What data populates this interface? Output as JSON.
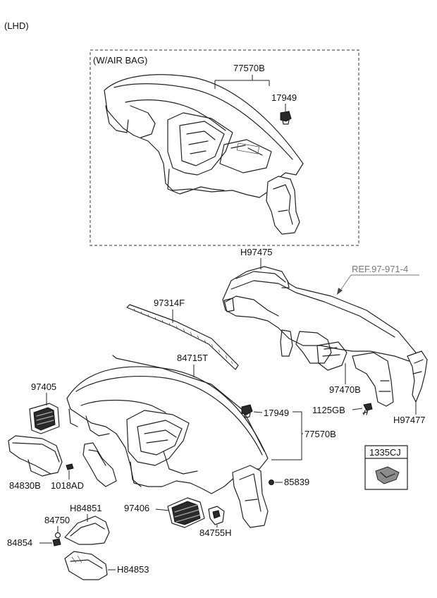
{
  "header": {
    "variant": "(LHD)"
  },
  "airbag_box": {
    "title": "(W/AIR BAG)",
    "labels": {
      "crash_pad_assy": "77570B",
      "clip_top": "17949"
    }
  },
  "duct": {
    "labels": {
      "duct_upper": "H97475",
      "duct_center": "97470B",
      "duct_side": "H97477"
    },
    "reference": "REF.97-971-4"
  },
  "main": {
    "labels": {
      "defroster_garnish": "97314F",
      "crash_pad_main": "84715T",
      "vent_left": "97405",
      "clip_main": "17949",
      "screw": "1125GB",
      "crash_pad_assy": "77570B",
      "fastener_box": "1335CJ",
      "cluster_facia": "84830B",
      "nut": "1018AD",
      "pad_clip": "85839",
      "vent_center": "97406",
      "shroud_upper": "H84851",
      "bracket": "84750",
      "fastener_small": "84854",
      "bracket_lower": "84755H",
      "shroud_lower": "H84853"
    }
  }
}
